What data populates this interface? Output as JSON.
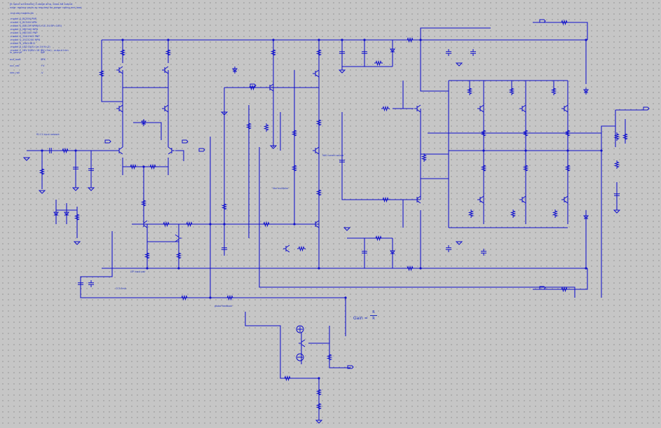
{
  "schematic": {
    "header_notes": [
      "[lt spice schematic] 2-stage amp, class AB output",
      "note: replace parts as required for power rating and load"
    ],
    "directives_title": ".include models.lib",
    "directives": [
      ".model Q_BC556 PNP",
      ".model Q_BC546 NPN",
      ".model Q_BD139 NPN(IS=1E-14 BF=100)",
      ".model Q_MJE340 NPN",
      ".model Q_MJE350 PNP",
      ".model Q_2SA1943 PNP",
      ".model Q_2SC5200 NPN",
      ".model D_1N4148 D",
      ".model D_LED D(IS=1e-19 N=2)",
      ".model Z_18V D(BV=18 IBV=5m) ; output trim"
    ],
    "legend": [
      {
        "net": "in_source",
        "alias": "INP"
      },
      {
        "net": "out_load",
        "alias": "SPK"
      },
      {
        "net": "vcc_rail",
        "alias": "+V"
      },
      {
        "net": "vee_rail",
        "alias": "-V"
      }
    ],
    "annotations": {
      "input_filter": "R1 C1 input network",
      "vas_note": "VAS current source",
      "bias_note": "Vbe multiplier",
      "feedback_note": "global feedback",
      "cs_note": "CCS 5mA",
      "ltp_note": "LTP input pair"
    },
    "gain_label": "Gain ="
  }
}
